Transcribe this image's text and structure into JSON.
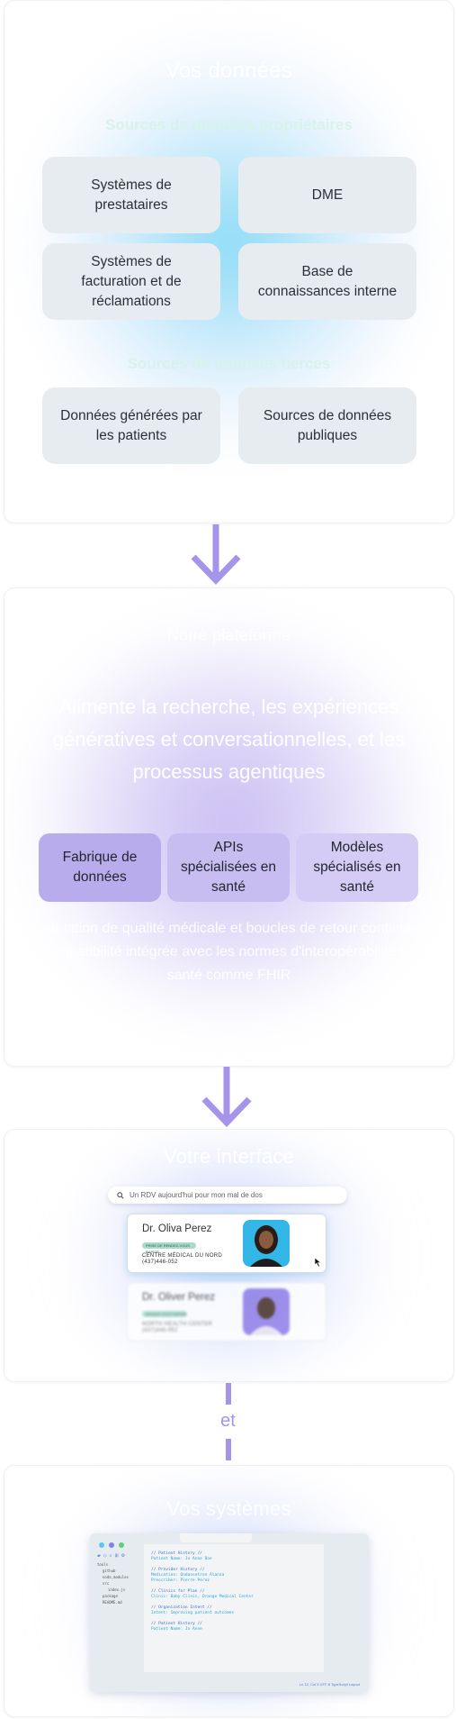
{
  "section1": {
    "title": "Vos données",
    "subtitle_proprietary": "Sources de données propriétaires",
    "proprietary_tiles": [
      "Systèmes de prestataires",
      "DME",
      "Systèmes de facturation et de réclamations",
      "Base de connaissances interne"
    ],
    "subtitle_third_party": "Sources de données tierces",
    "third_party_tiles": [
      "Données générées par les patients",
      "Sources de données publiques"
    ]
  },
  "section2": {
    "title": "Notre plateforme",
    "headline": "Alimente la recherche, les expériences génératives et conversationnelles, et les processus agentiques",
    "tiles": [
      "Fabrique de données",
      "APIs spécialisées en santé",
      "Modèles spécialisés en santé"
    ],
    "footnote": "Évaluation de qualité médicale et boucles de retour continues, compatibilité intégrée avec les normes d'interopérabilité en santé comme FHIR"
  },
  "section3": {
    "title": "Votre interface",
    "search_placeholder": "Un RDV aujourd'hui pour mon mal de dos",
    "doctors": [
      {
        "name": "Dr. Oliva Perez",
        "badge": "PRISE DE RENDEZ-VOUS RAPIDE",
        "address_line1": "CENTRE MÉDICAL DU NORD",
        "address_line2": "(437)446-052"
      },
      {
        "name": "Dr. Oliver Perez",
        "badge": "RENDEZ-VOUS RAPIDE",
        "address_line1": "NORTH HEALTH CENTER",
        "address_line2": "(437)446-052"
      }
    ]
  },
  "connector": {
    "label": "et"
  },
  "section4": {
    "title": "Vos systèmes",
    "code_lines": [
      "// Patient History //",
      "Patient Name: Jo Anne Doe",
      "",
      "// Provider History //",
      "Medication: Ondansetron Alanza",
      "Prescriber: Pierre Perez",
      "",
      "// Clinics for Plan //",
      "Clinic: Baby Clinic, Orange Medical Center",
      "",
      "// Organization Intent //",
      "Intent: Improving patient outcomes",
      "",
      "// Patient History //",
      "Patient Name: Jo Anne"
    ],
    "file_tree": [
      "tools",
      "github",
      "node_modules",
      "src",
      "index.js",
      "package",
      "README.md"
    ],
    "status_bar": "Ln 12, Col 9   UTF-8   TypeScript   Layout"
  },
  "colors": {
    "accent_purple": "#a594ea",
    "tile_gray": "#e7ecf0",
    "glow_cyan": "#8ed8f3",
    "glow_purple": "#c9bdf2",
    "mac_red": "#5cc7f0",
    "mac_yellow": "#7b83ef",
    "mac_green": "#5ccf7a"
  }
}
